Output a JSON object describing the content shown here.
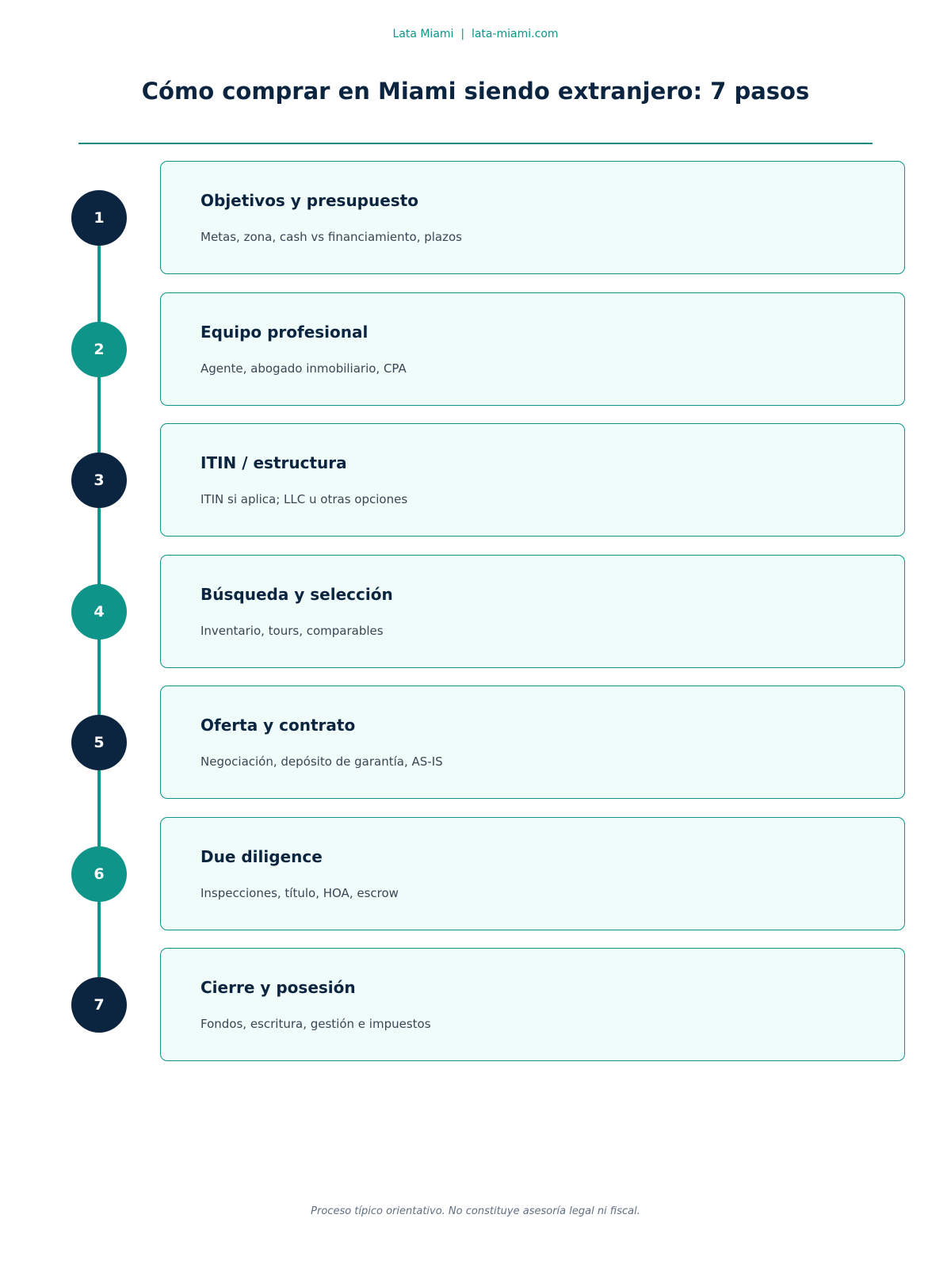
{
  "header": {
    "brand": "Lata Miami  |  lata-miami.com",
    "title": "Cómo comprar en Miami siendo extranjero: 7 pasos"
  },
  "steps": [
    {
      "number": "1",
      "title": "Objetivos y presupuesto",
      "description": "Metas, zona, cash vs financiamiento, plazos",
      "color": "#0b2540"
    },
    {
      "number": "2",
      "title": "Equipo profesional",
      "description": "Agente, abogado inmobiliario, CPA",
      "color": "#0e9488"
    },
    {
      "number": "3",
      "title": "ITIN / estructura",
      "description": "ITIN si aplica; LLC u otras opciones",
      "color": "#0b2540"
    },
    {
      "number": "4",
      "title": "Búsqueda y selección",
      "description": "Inventario, tours, comparables",
      "color": "#0e9488"
    },
    {
      "number": "5",
      "title": "Oferta y contrato",
      "description": "Negociación, depósito de garantía, AS-IS",
      "color": "#0b2540"
    },
    {
      "number": "6",
      "title": "Due diligence",
      "description": "Inspecciones, título, HOA, escrow",
      "color": "#0e9488"
    },
    {
      "number": "7",
      "title": "Cierre y posesión",
      "description": "Fondos, escritura, gestión e impuestos",
      "color": "#0b2540"
    }
  ],
  "footer": {
    "note": "Proceso típico orientativo. No constituye asesoría legal ni fiscal."
  },
  "colors": {
    "navy": "#0b2540",
    "teal": "#0e9488",
    "card_background": "#effcf9"
  }
}
